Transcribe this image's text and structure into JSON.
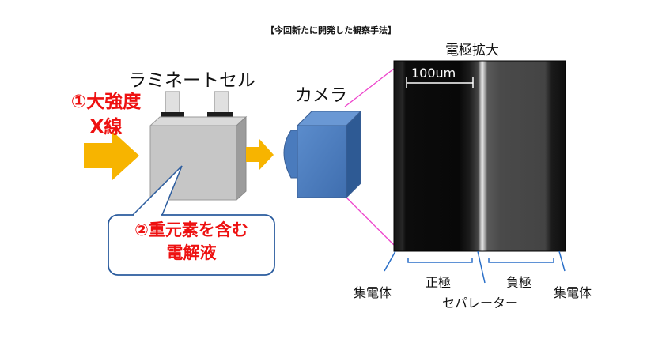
{
  "title": "【今回新たに開発した観察手法】",
  "laminate_cell_label": "ラミネートセル",
  "xray_label_line1": "①大強度",
  "xray_label_line2": "X線",
  "camera_label": "カメラ",
  "callout_line1": "②重元素を含む",
  "callout_line2": "電解液",
  "zoom_title": "電極拡大",
  "scale_bar_label": "100um",
  "labels": {
    "current_collector_left": "集電体",
    "positive_electrode": "正極",
    "separator": "セパレーター",
    "negative_electrode": "負極",
    "current_collector_right": "集電体"
  },
  "colors": {
    "arrow": "#f7b400",
    "cell_body": "#c6c6c6",
    "camera": "#4a7bbd",
    "connector": "#ee44cc",
    "red_text": "#ee1111",
    "bracket": "#2a6fc8"
  }
}
